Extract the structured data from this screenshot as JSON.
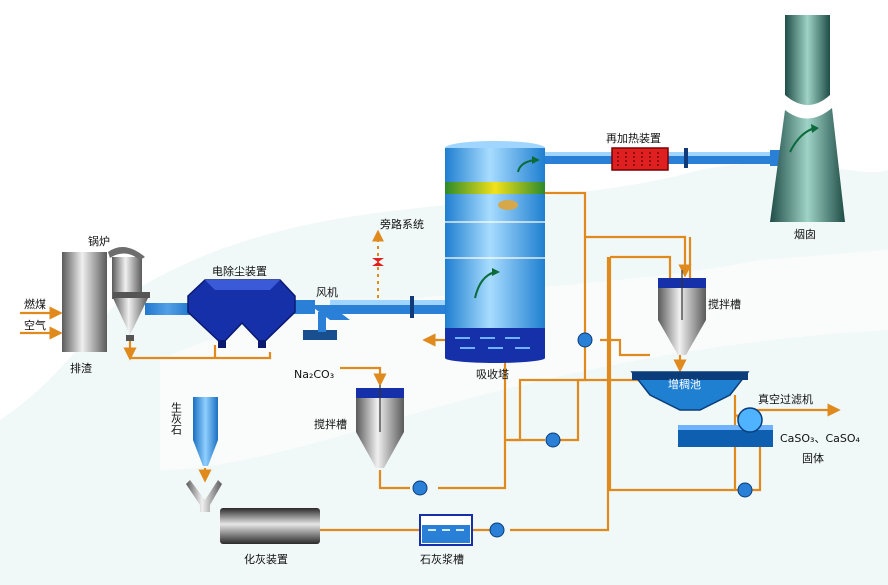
{
  "labels": {
    "boiler": "锅炉",
    "coal": "燃煤",
    "air": "空气",
    "slag": "排渣",
    "esp": "电除尘装置",
    "fan": "风机",
    "bypass": "旁路系统",
    "absorber": "吸收塔",
    "reheater": "再加热装置",
    "chimney": "烟囱",
    "na2co3": "Na₂CO₃",
    "stir_left": "搅拌槽",
    "stir_right": "搅拌槽",
    "thickener": "增稠池",
    "vacuum_filter": "真空过滤机",
    "product": "CaSO₃、CaSO₄",
    "product2": "固体",
    "quicklime": "生灰石",
    "slaker": "化灰装置",
    "lime_tank": "石灰浆槽"
  },
  "colors": {
    "flue_pipe": "#2a7fd6",
    "slurry_line": "#e08a1e",
    "esp_body": "#1530a8",
    "reheater": "#e02020",
    "chimney": "#2f6b64",
    "absorber": "#3a9be0"
  }
}
